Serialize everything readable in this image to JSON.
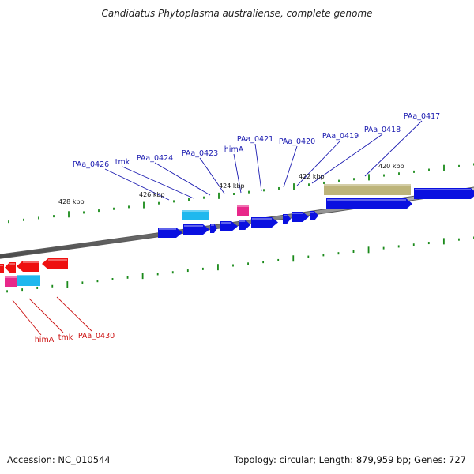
{
  "title": "Candidatus Phytoplasma australiense, complete genome",
  "footer": {
    "accession": "Accession: NC_010544",
    "summary": "Topology: circular; Length: 879,959 bp; Genes: 727"
  },
  "colors": {
    "forward_cds": "#0a10e0",
    "reverse_cds": "#ee1010",
    "rrna": "#20b8ee",
    "trna": "#e8288a",
    "misc_feature": "#bdb47a",
    "backbone": "#8a8a8a",
    "tick": "#1a8a1a",
    "forward_label": "#1a1ab0",
    "reverse_label": "#cc1111"
  },
  "scale_labels": [
    "428 kbp",
    "426 kbp",
    "424 kbp",
    "422 kbp",
    "420 kbp"
  ],
  "forward_labels": [
    "PAa_0426",
    "tmk",
    "PAa_0424",
    "PAa_0423",
    "himA",
    "PAa_0421",
    "PAa_0420",
    "PAa_0419",
    "PAa_0418",
    "PAa_0417"
  ],
  "reverse_labels": [
    "himA",
    "tmk",
    "PAa_0430"
  ]
}
